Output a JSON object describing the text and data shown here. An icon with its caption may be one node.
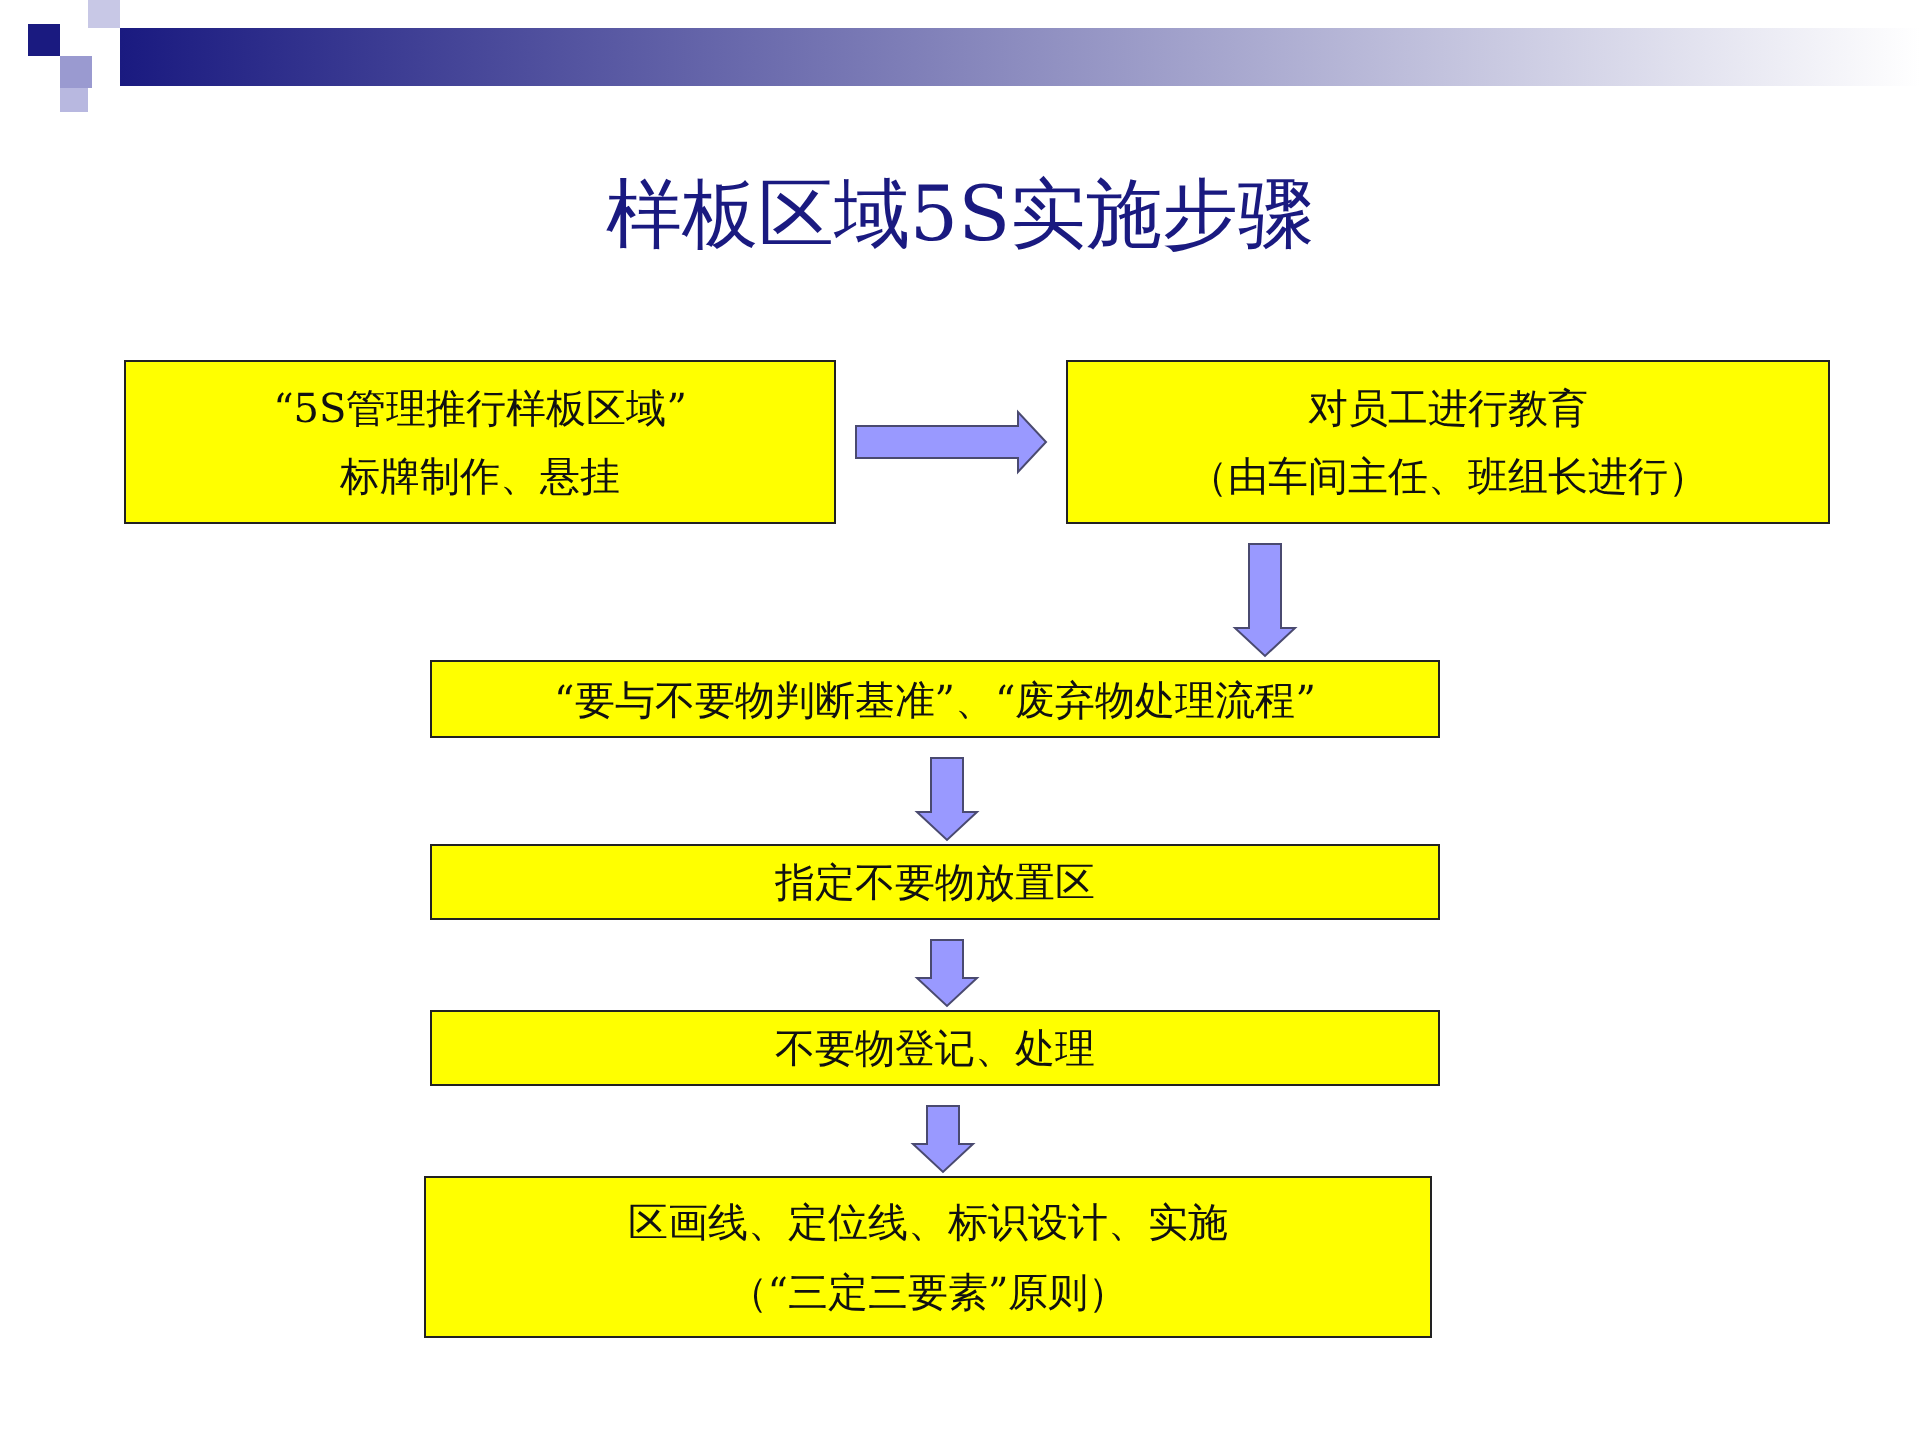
{
  "diagram": {
    "title": "样板区域5S实施步骤",
    "nodes": [
      {
        "text": [
          "“5S管理推行样板区域”",
          "标牌制作、悬挂"
        ]
      },
      {
        "text": [
          "对员工进行教育",
          "（由车间主任、班组长进行）"
        ]
      },
      {
        "text": [
          "“要与不要物判断基准”、“废弃物处理流程”"
        ]
      },
      {
        "text": [
          "指定不要物放置区"
        ]
      },
      {
        "text": [
          "不要物登记、处理"
        ]
      },
      {
        "text": [
          "区画线、定位线、标识设计、实施",
          "（“三定三要素”原则）"
        ]
      }
    ],
    "edges": [
      {
        "from": 0,
        "to": 1,
        "arrow": "to"
      },
      {
        "from": 1,
        "to": 2,
        "arrow": "to"
      },
      {
        "from": 2,
        "to": 3,
        "arrow": "to"
      },
      {
        "from": 3,
        "to": 4,
        "arrow": "to"
      },
      {
        "from": 4,
        "to": 5,
        "arrow": "to"
      }
    ]
  }
}
